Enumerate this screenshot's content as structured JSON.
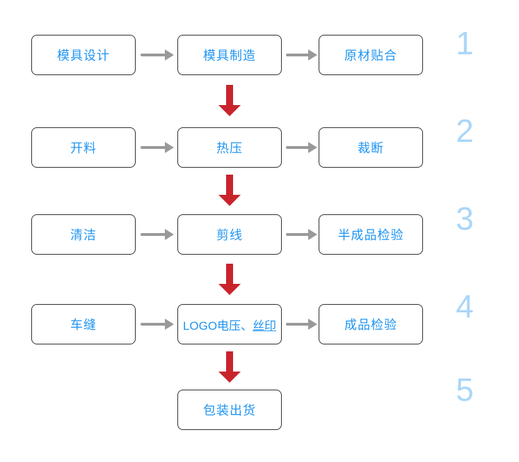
{
  "diagram": {
    "title": "production-process-flowchart",
    "colors": {
      "box_border": "#2e2e2e",
      "box_text_blue": "#2095f2",
      "horizontal_arrow_gray": "#999999",
      "vertical_arrow_red": "#c9242c",
      "step_number_light_blue": "#aad6f8",
      "background": "#ffffff"
    },
    "rows": [
      {
        "number": "1",
        "box1": "模具设计",
        "box2": "模具制造",
        "box3": "原材贴合"
      },
      {
        "number": "2",
        "box1": "开料",
        "box2": "热压",
        "box3": "裁断"
      },
      {
        "number": "3",
        "box1": "清洁",
        "box2": "剪线",
        "box3": "半成品检验"
      },
      {
        "number": "4",
        "box1": "车缝",
        "box2_prefix": "LOGO电压、",
        "box2_underlined": "丝印",
        "box3": "成品检验"
      },
      {
        "number": "5",
        "box2": "包装出货"
      }
    ]
  }
}
